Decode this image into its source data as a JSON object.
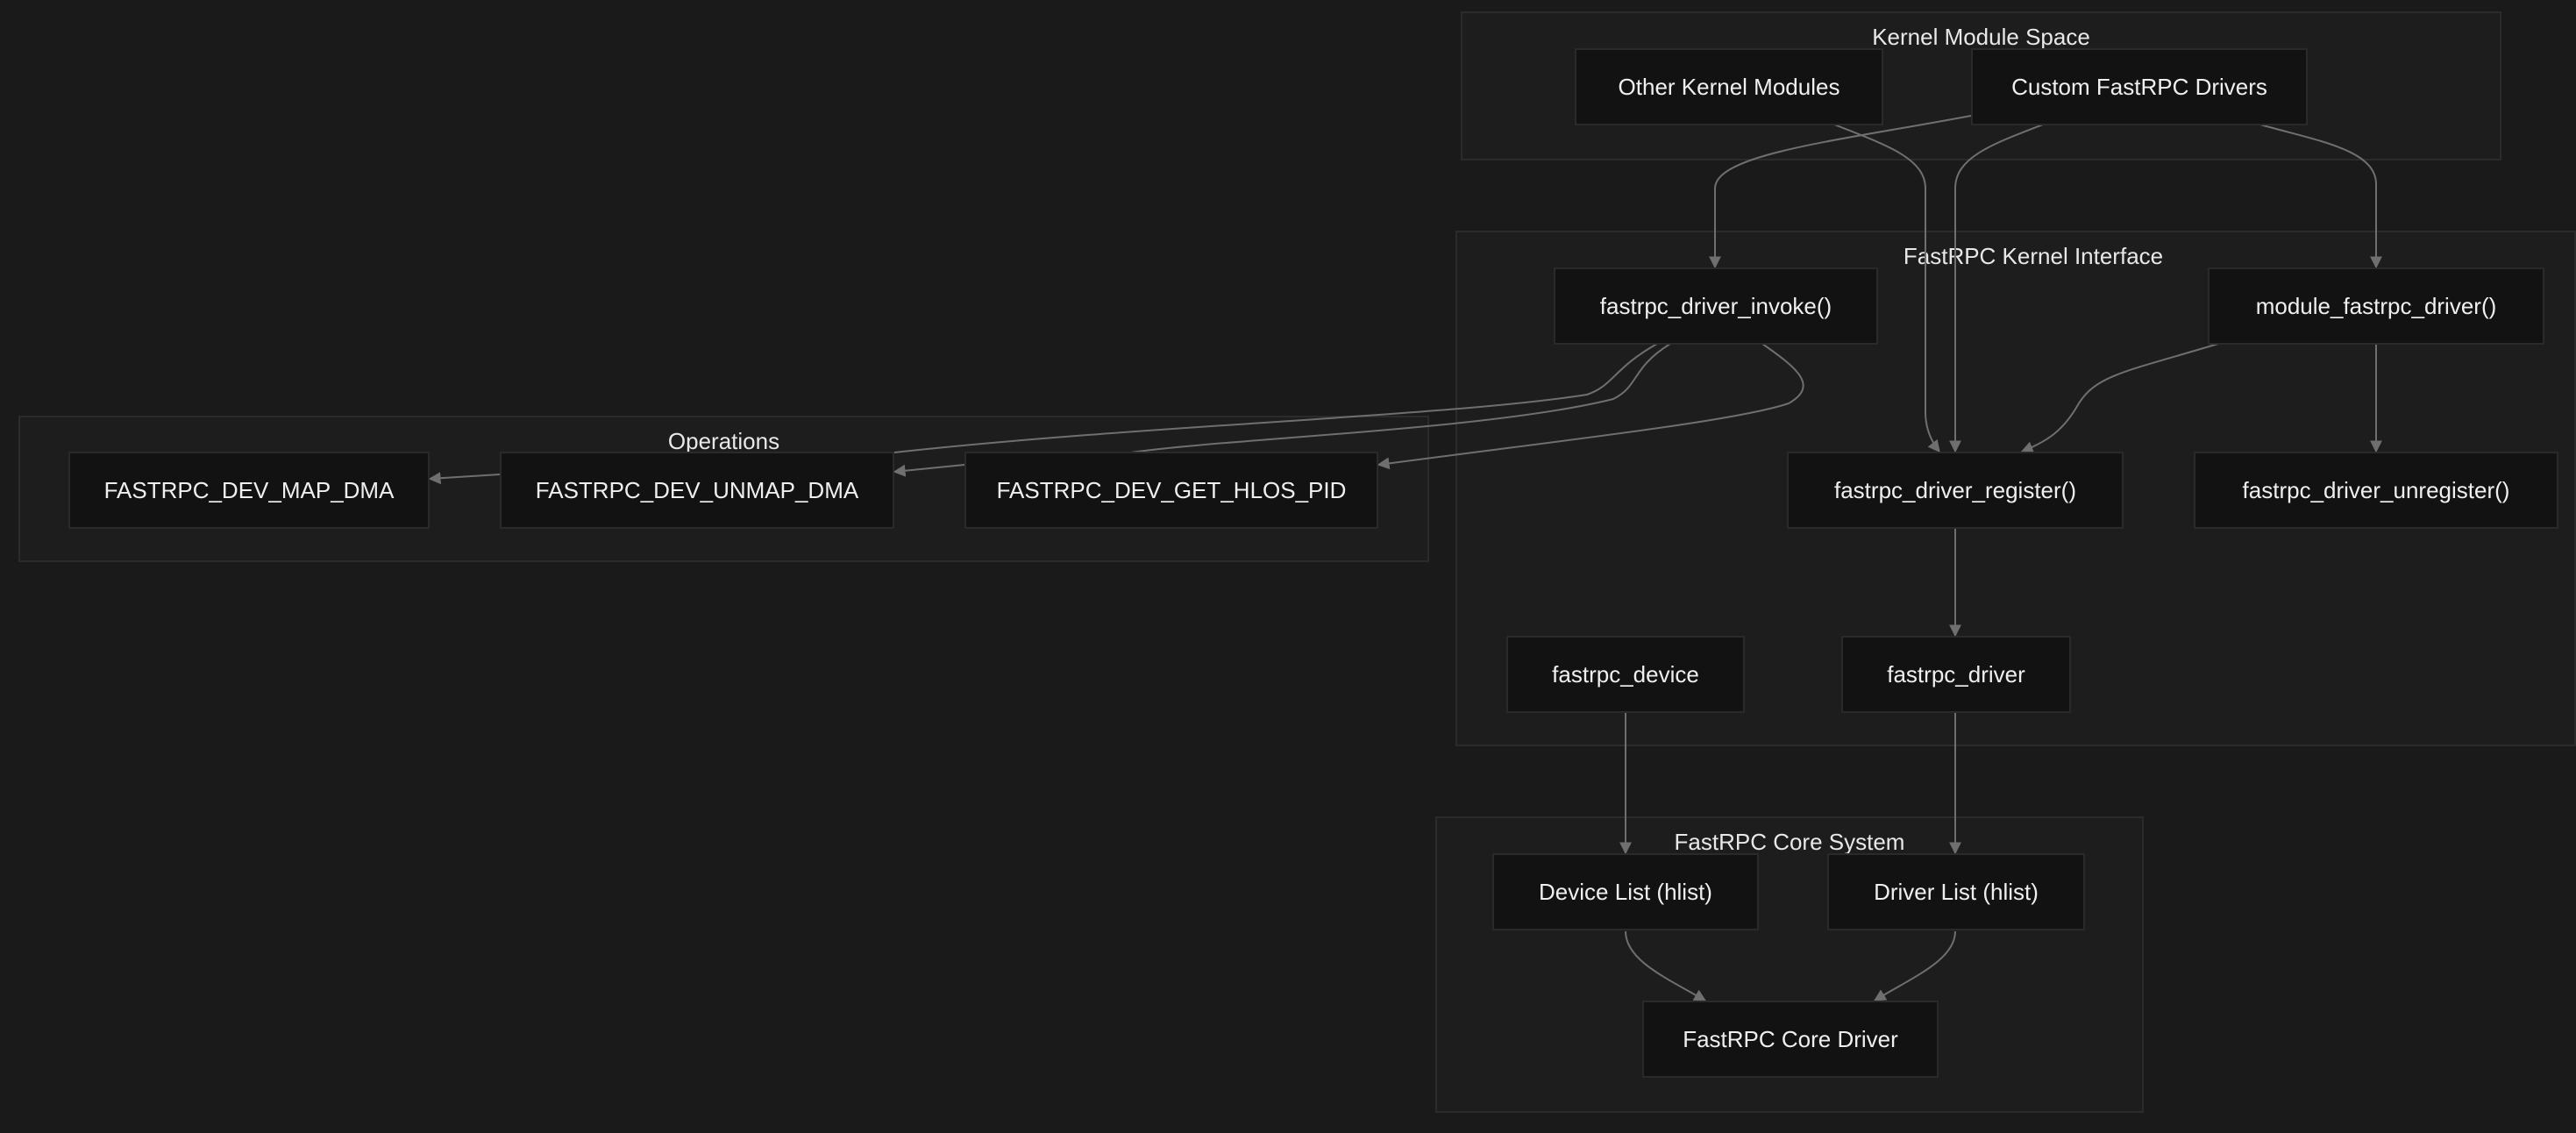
{
  "diagram": {
    "groups": {
      "kernel_module_space": "Kernel Module Space",
      "fastrpc_kernel_interface": "FastRPC Kernel Interface",
      "operations": "Operations",
      "fastrpc_core_system": "FastRPC Core System"
    },
    "nodes": {
      "other_kernel_modules": "Other Kernel Modules",
      "custom_fastrpc_drivers": "Custom FastRPC Drivers",
      "fastrpc_driver_invoke": "fastrpc_driver_invoke()",
      "module_fastrpc_driver": "module_fastrpc_driver()",
      "fastrpc_driver_register": "fastrpc_driver_register()",
      "fastrpc_driver_unregister": "fastrpc_driver_unregister()",
      "fastrpc_device": "fastrpc_device",
      "fastrpc_driver": "fastrpc_driver",
      "fastrpc_dev_map_dma": "FASTRPC_DEV_MAP_DMA",
      "fastrpc_dev_unmap_dma": "FASTRPC_DEV_UNMAP_DMA",
      "fastrpc_dev_get_hlos_pid": "FASTRPC_DEV_GET_HLOS_PID",
      "device_list": "Device List (hlist)",
      "driver_list": "Driver List (hlist)",
      "fastrpc_core_driver": "FastRPC Core Driver"
    },
    "colors": {
      "background": "#1a1a1a",
      "group_fill": "#1d1d1d",
      "node_fill": "#121212",
      "edge": "#6f6f6f",
      "text": "#efefef"
    }
  }
}
